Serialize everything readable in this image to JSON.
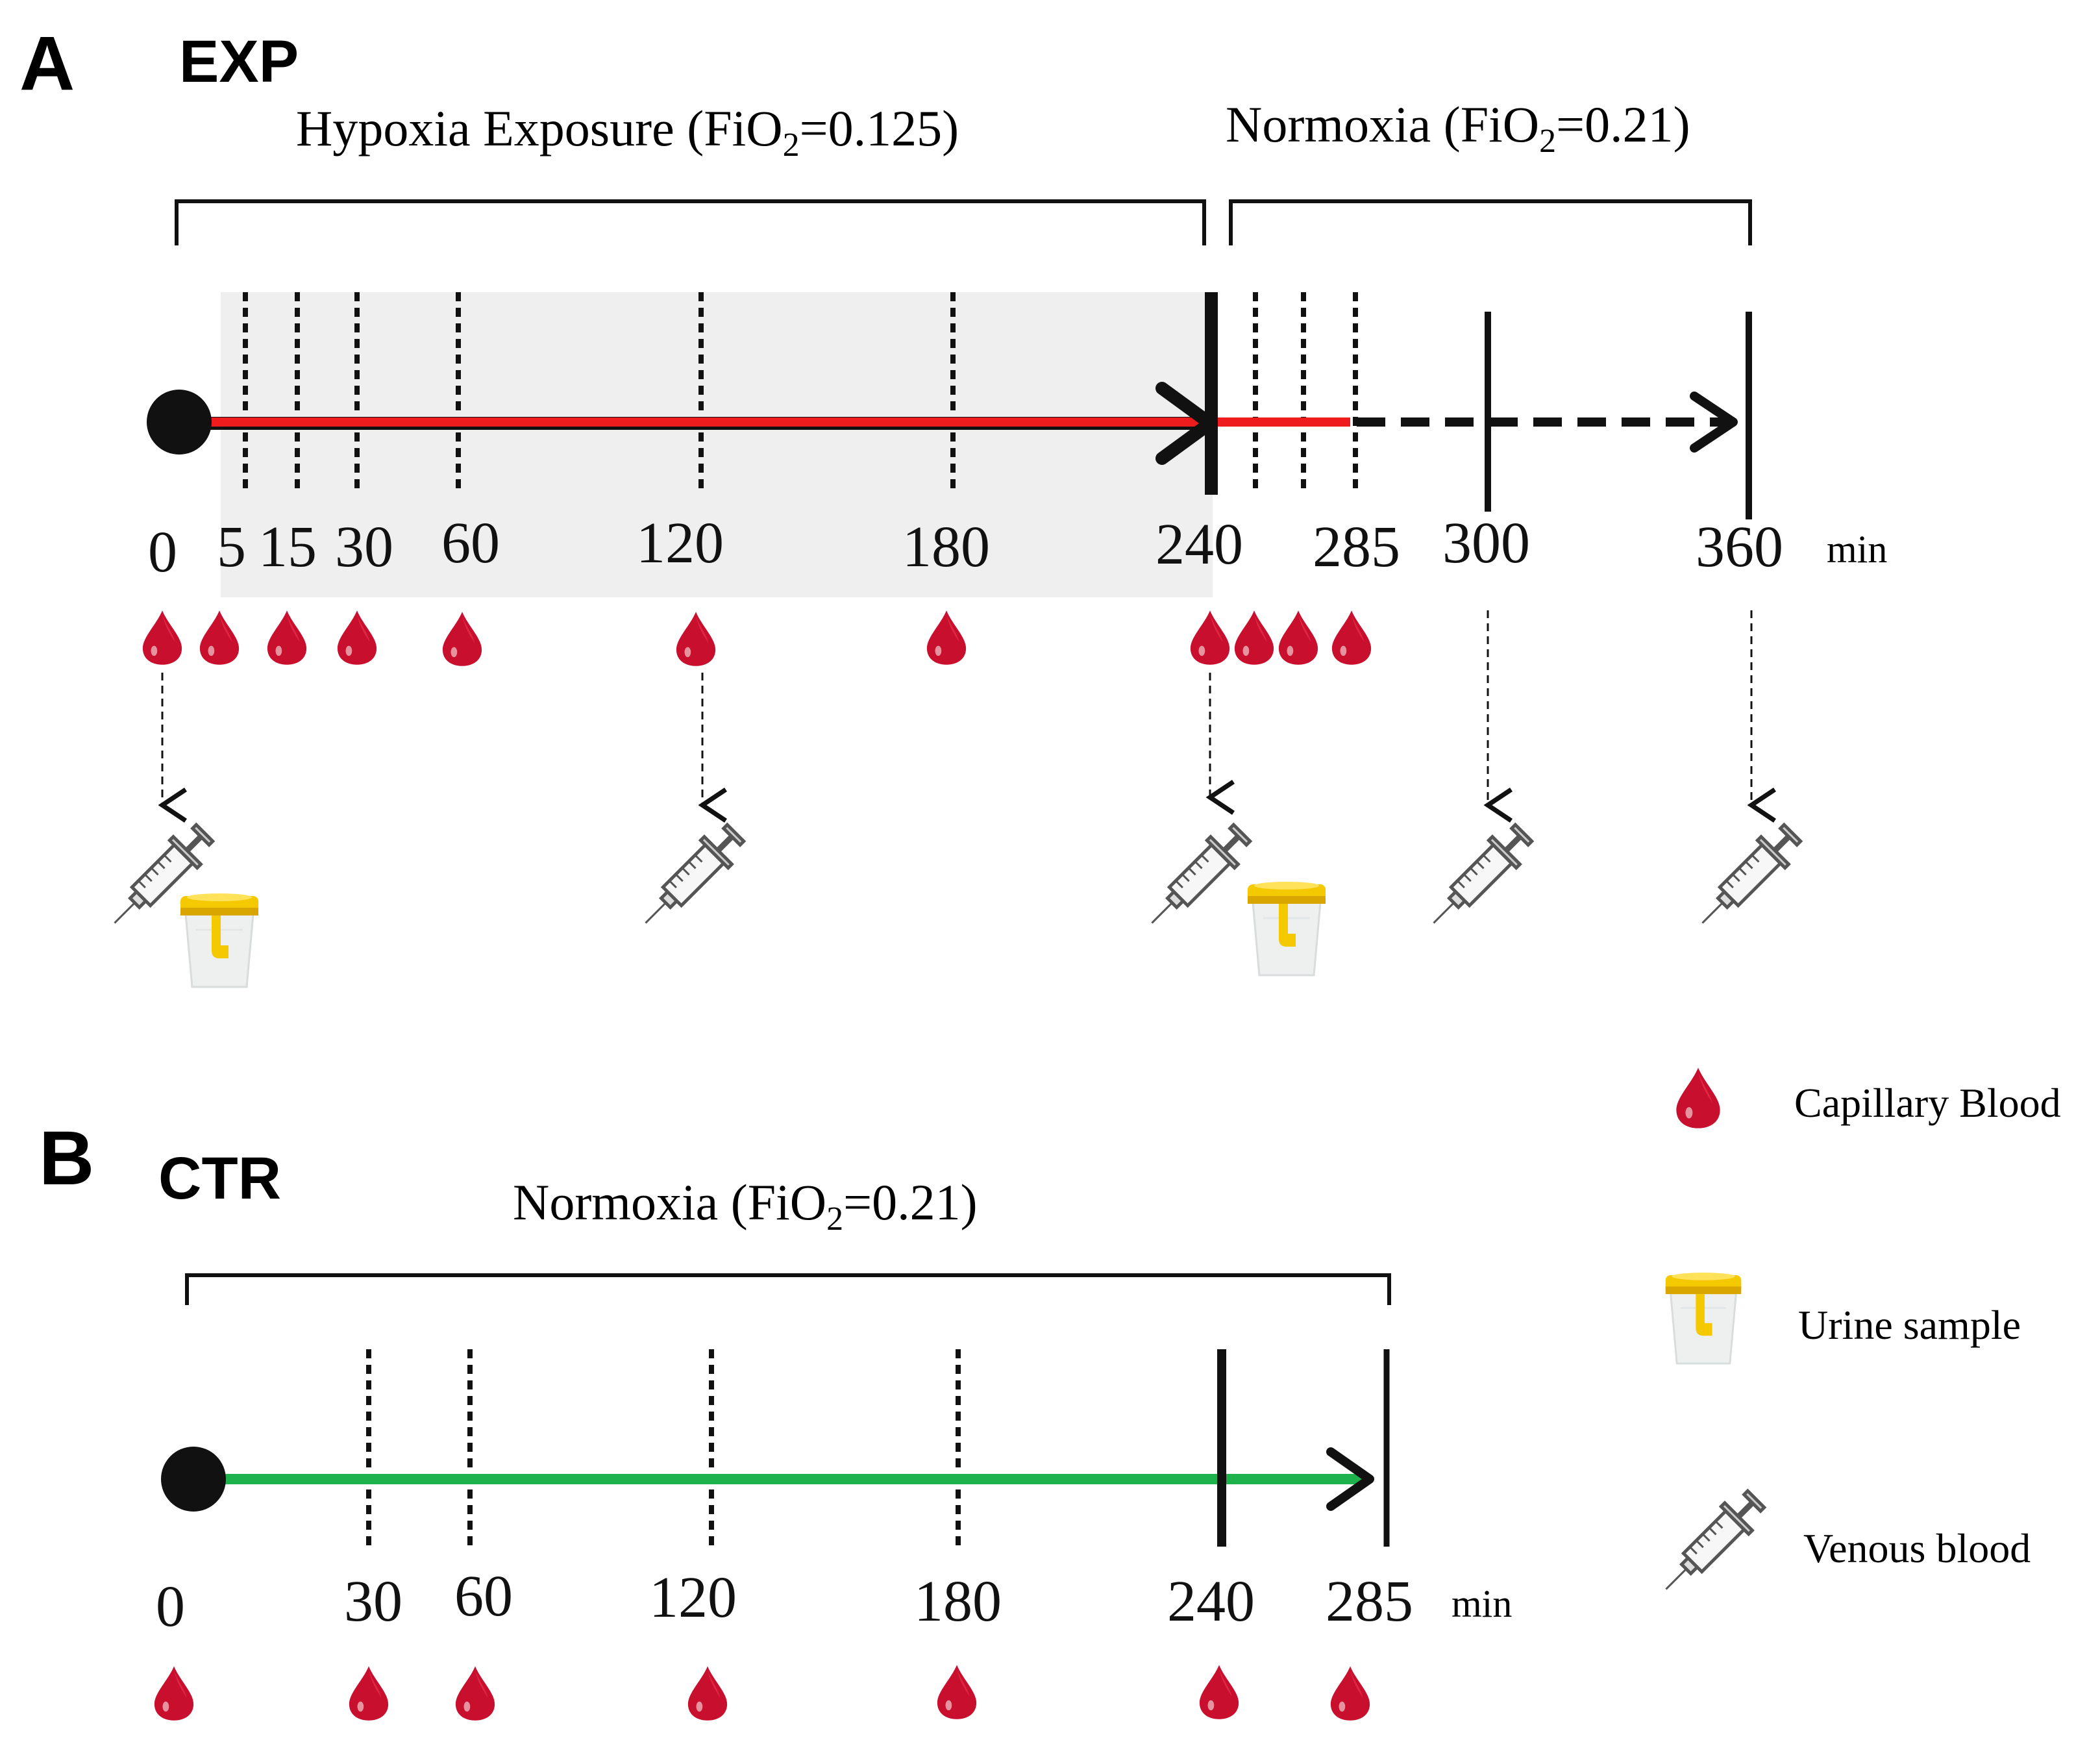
{
  "panel_a": {
    "letter": "A",
    "group": "EXP",
    "phase_hypoxia": "Hypoxia Exposure (FiO",
    "phase_hypoxia_sub": "2",
    "phase_hypoxia_tail": "=0.125)",
    "phase_normoxia": "Normoxia (FiO",
    "phase_normoxia_sub": "2",
    "phase_normoxia_tail": "=0.21)",
    "ticks": [
      "0",
      "5",
      "15",
      "30",
      "60",
      "120",
      "180",
      "240",
      "285",
      "300",
      "360"
    ],
    "unit": "min",
    "capillary_times": [
      0,
      5,
      15,
      30,
      60,
      120,
      180,
      240,
      255,
      270,
      285
    ],
    "venous_times": [
      0,
      120,
      240,
      300,
      360
    ],
    "urine_times": [
      0,
      240
    ],
    "colors": {
      "hypoxia_line": "#ee1c1c",
      "shade": "#efefef"
    }
  },
  "panel_b": {
    "letter": "B",
    "group": "CTR",
    "phase_normoxia": "Normoxia (FiO",
    "phase_normoxia_sub": "2",
    "phase_normoxia_tail": "=0.21)",
    "ticks": [
      "0",
      "30",
      "60",
      "120",
      "180",
      "240",
      "285"
    ],
    "unit": "min",
    "capillary_times": [
      0,
      30,
      60,
      120,
      180,
      240,
      285
    ],
    "colors": {
      "normoxia_line": "#1db24b"
    }
  },
  "legend": {
    "capillary": "Capillary  Blood",
    "urine": "Urine sample",
    "venous": "Venous blood",
    "icons": [
      "blood-drop-icon",
      "urine-cup-icon",
      "syringe-icon"
    ],
    "colors": {
      "blood": "#c8102e",
      "cap": "#f2c500"
    }
  }
}
